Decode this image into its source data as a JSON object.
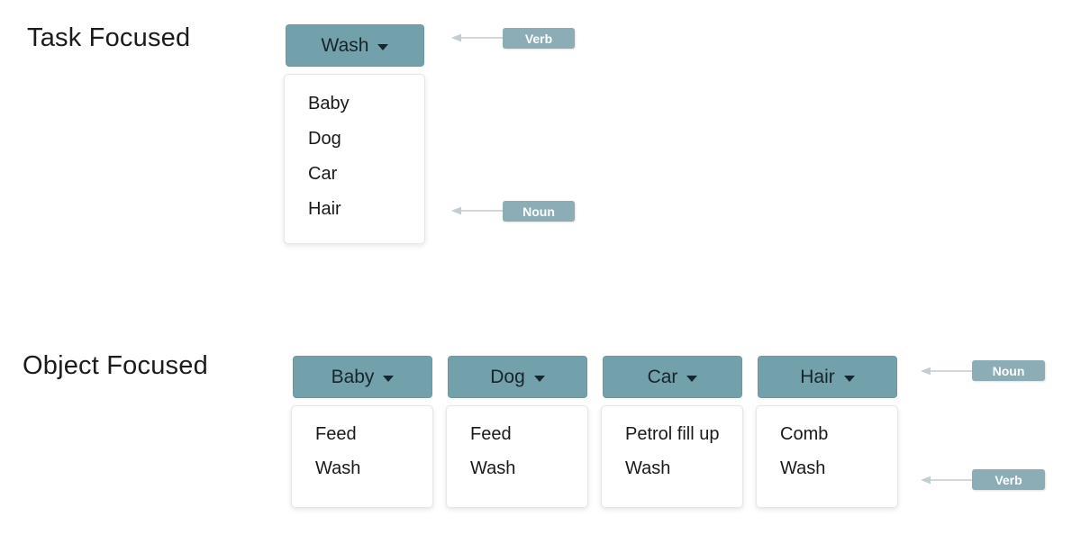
{
  "colors": {
    "button_background": "#73a1ab",
    "button_text": "#17242c",
    "badge_background": "#8cadb6",
    "badge_text": "#ffffff",
    "arrow": "#c9d3d7",
    "panel_background": "#ffffff",
    "panel_border": "#e4e6e7",
    "item_text": "#191919",
    "title_text": "#1b1b1b",
    "page_background": "#ffffff"
  },
  "task_focused": {
    "title": "Task Focused",
    "dropdown": {
      "label": "Wash",
      "items": [
        "Baby",
        "Dog",
        "Car",
        "Hair"
      ]
    },
    "annotations": {
      "verb": "Verb",
      "noun": "Noun"
    }
  },
  "object_focused": {
    "title": "Object Focused",
    "dropdowns": [
      {
        "label": "Baby",
        "items": [
          "Feed",
          "Wash"
        ]
      },
      {
        "label": "Dog",
        "items": [
          "Feed",
          "Wash"
        ]
      },
      {
        "label": "Car",
        "items": [
          "Petrol fill up",
          "Wash"
        ]
      },
      {
        "label": "Hair",
        "items": [
          "Comb",
          "Wash"
        ]
      }
    ],
    "annotations": {
      "noun": "Noun",
      "verb": "Verb"
    }
  }
}
